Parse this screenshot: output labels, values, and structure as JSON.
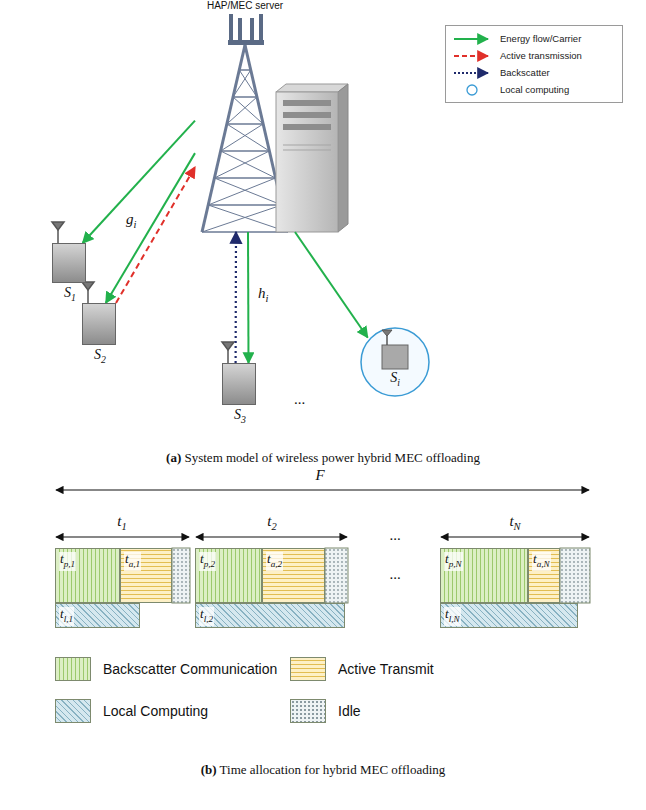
{
  "diagram": {
    "nodes": [
      {
        "text": [
          "HAP/MEC server"
        ]
      },
      {
        "text": [
          "S1"
        ]
      },
      {
        "text": [
          "S2"
        ]
      },
      {
        "text": [
          "S3"
        ]
      },
      {
        "text": [
          "Si"
        ]
      },
      {
        "text": [
          "tp,1"
        ]
      },
      {
        "text": [
          "ta,1"
        ]
      },
      {
        "text": [
          "tl,1"
        ]
      },
      {
        "text": [
          "tp,2"
        ]
      },
      {
        "text": [
          "ta,2"
        ]
      },
      {
        "text": [
          "tl,2"
        ]
      },
      {
        "text": [
          "tp,N"
        ]
      },
      {
        "text": [
          "ta,N"
        ]
      },
      {
        "text": [
          "tl,N"
        ]
      }
    ],
    "edges": [
      {
        "from": 0,
        "to": 1,
        "arrow": "to"
      },
      {
        "from": 0,
        "to": 2,
        "arrow": "to"
      },
      {
        "from": 2,
        "to": 0,
        "arrow": "to"
      },
      {
        "from": 0,
        "to": 3,
        "arrow": "to"
      },
      {
        "from": 3,
        "to": 0,
        "arrow": "to"
      },
      {
        "from": 0,
        "to": 4,
        "arrow": "to"
      }
    ],
    "labels": [
      "gi",
      "hi",
      "...",
      "(a) System model of wireless power hybrid MEC offloading",
      "F",
      "t1",
      "t2",
      "...",
      "tN",
      "...",
      "(b) Time allocation for hybrid MEC offloading"
    ],
    "legend": [
      {
        "text": "Energy flow/Carrier"
      },
      {
        "text": "Active transmission"
      },
      {
        "text": "Backscatter"
      },
      {
        "text": "Local computing"
      },
      {
        "text": "Backscatter Communication"
      },
      {
        "text": "Active Transmit"
      },
      {
        "text": "Local Computing"
      },
      {
        "text": "Idle"
      }
    ]
  }
}
